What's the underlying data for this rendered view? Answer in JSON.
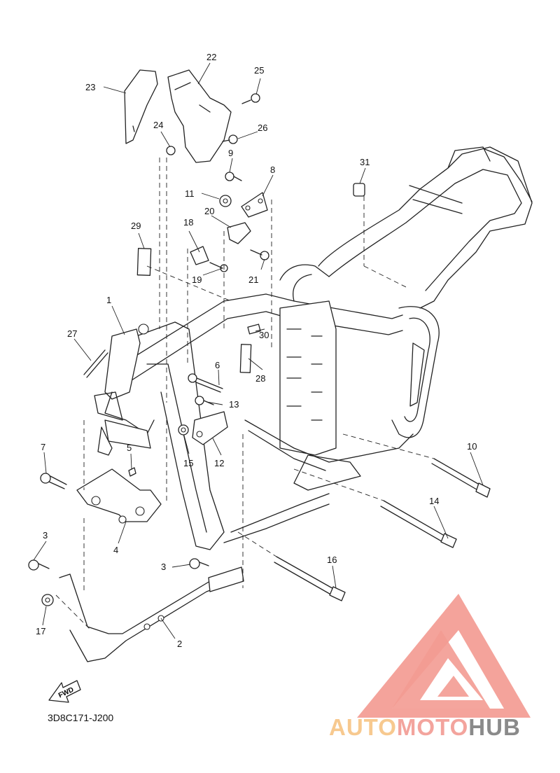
{
  "diagram": {
    "code": "3D8C171-J200",
    "fwd_label": "FWD",
    "callouts": [
      {
        "id": "c1",
        "text": "1"
      },
      {
        "id": "c2",
        "text": "2"
      },
      {
        "id": "c3a",
        "text": "3"
      },
      {
        "id": "c3b",
        "text": "3"
      },
      {
        "id": "c4",
        "text": "4"
      },
      {
        "id": "c5",
        "text": "5"
      },
      {
        "id": "c6",
        "text": "6"
      },
      {
        "id": "c7",
        "text": "7"
      },
      {
        "id": "c8",
        "text": "8"
      },
      {
        "id": "c9",
        "text": "9"
      },
      {
        "id": "c10",
        "text": "10"
      },
      {
        "id": "c11",
        "text": "11"
      },
      {
        "id": "c12",
        "text": "12"
      },
      {
        "id": "c13",
        "text": "13"
      },
      {
        "id": "c14",
        "text": "14"
      },
      {
        "id": "c15",
        "text": "15"
      },
      {
        "id": "c16",
        "text": "16"
      },
      {
        "id": "c17",
        "text": "17"
      },
      {
        "id": "c18",
        "text": "18"
      },
      {
        "id": "c19",
        "text": "19"
      },
      {
        "id": "c20",
        "text": "20"
      },
      {
        "id": "c21",
        "text": "21"
      },
      {
        "id": "c22",
        "text": "22"
      },
      {
        "id": "c23",
        "text": "23"
      },
      {
        "id": "c24",
        "text": "24"
      },
      {
        "id": "c25",
        "text": "25"
      },
      {
        "id": "c26",
        "text": "26"
      },
      {
        "id": "c27",
        "text": "27"
      },
      {
        "id": "c28",
        "text": "28"
      },
      {
        "id": "c29",
        "text": "29"
      },
      {
        "id": "c30",
        "text": "30"
      },
      {
        "id": "c31",
        "text": "31"
      }
    ]
  },
  "watermark": {
    "text_part1": "AUTO",
    "text_part2": "MOTO",
    "text_part3": "HUB",
    "colors": {
      "part1": "#f7c98f",
      "part2": "#f3a49d",
      "part3": "#8a8a8a",
      "logo": "#f39b92"
    }
  }
}
